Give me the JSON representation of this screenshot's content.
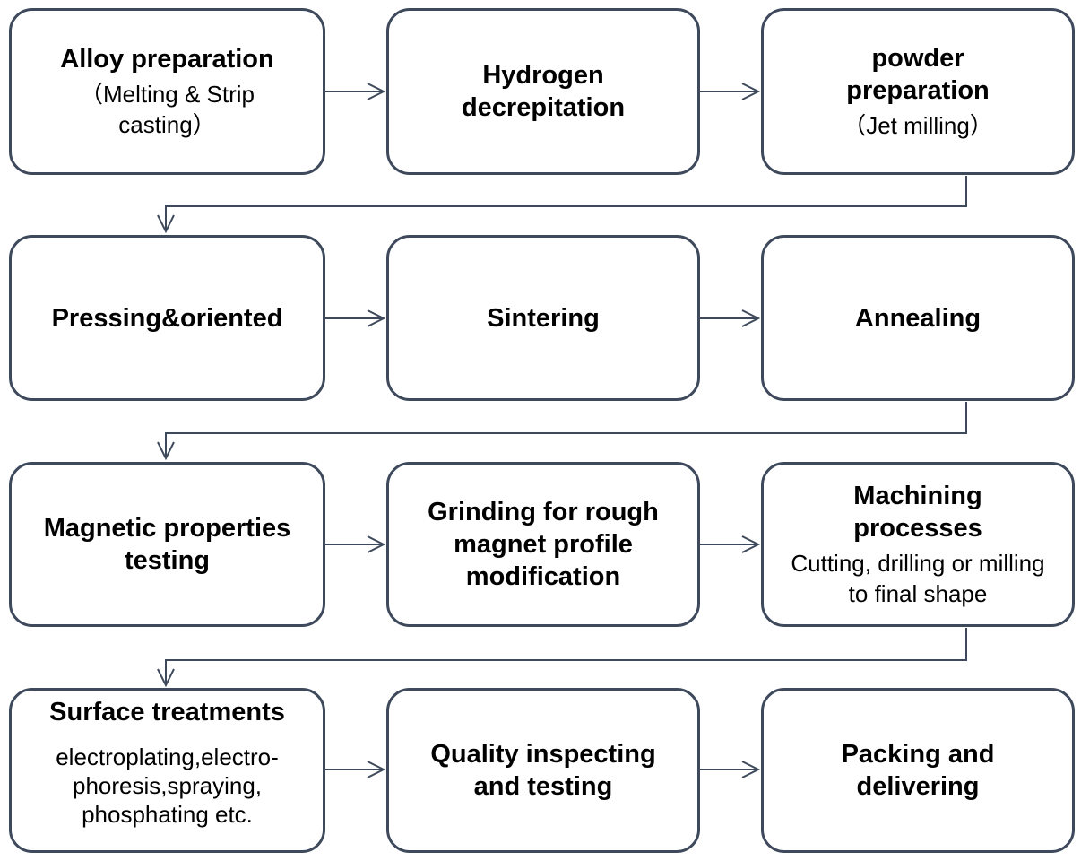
{
  "steps": [
    {
      "title": "Alloy preparation",
      "sub": "（Melting  & Strip casting）"
    },
    {
      "title": "Hydrogen decrepitation",
      "sub": ""
    },
    {
      "title": "powder preparation",
      "sub": "（Jet milling）"
    },
    {
      "title": "Pressing&oriented",
      "sub": ""
    },
    {
      "title": "Sintering",
      "sub": ""
    },
    {
      "title": "Annealing",
      "sub": ""
    },
    {
      "title": "Magnetic properties testing",
      "sub": ""
    },
    {
      "title": "Grinding for rough magnet profile modification",
      "sub": ""
    },
    {
      "title": "Machining processes",
      "sub": "Cutting, drilling or milling to final shape"
    },
    {
      "title": "Surface treatments",
      "sub": "electroplating,electro-phoresis,spraying, phosphating  etc."
    },
    {
      "title": "Quality inspecting and testing",
      "sub": ""
    },
    {
      "title": "Packing and delivering",
      "sub": ""
    }
  ],
  "colors": {
    "border": "#3e4a5c",
    "arrow": "#3e4a5c"
  }
}
